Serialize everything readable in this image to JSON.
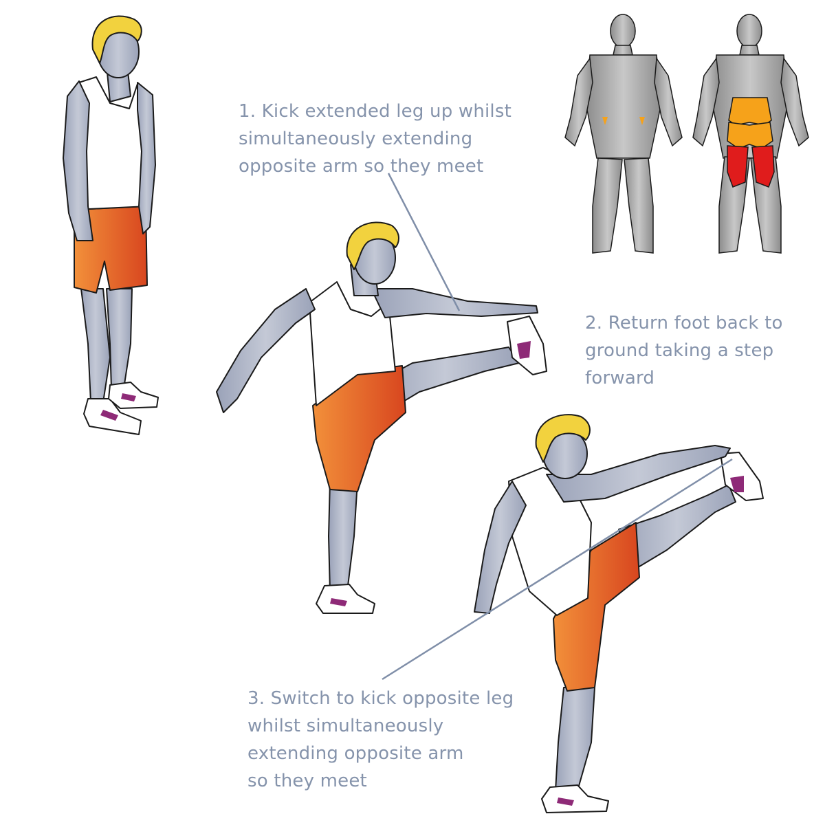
{
  "steps": [
    {
      "lines": [
        "1. Kick extended leg up whilst",
        "simultaneously extending",
        "opposite arm so they meet"
      ]
    },
    {
      "lines": [
        "2. Return foot back to",
        "ground taking a step",
        "forward"
      ]
    },
    {
      "lines": [
        "3. Switch to kick opposite leg",
        "whilst simultaneously",
        "extending opposite arm",
        "so they meet"
      ]
    }
  ],
  "colors": {
    "text": "#8593ab",
    "leader_line": "#7f8ea8",
    "skin": "#a9b0c4",
    "hair": "#f2d23e",
    "shorts": "#e8672a",
    "shirt": "#ffffff",
    "shoe_accent": "#8e2a77",
    "muscle_gray": "#a4a4a4",
    "muscle_highlight_primary": "#e01c1c",
    "muscle_highlight_secondary": "#f6a21a"
  }
}
